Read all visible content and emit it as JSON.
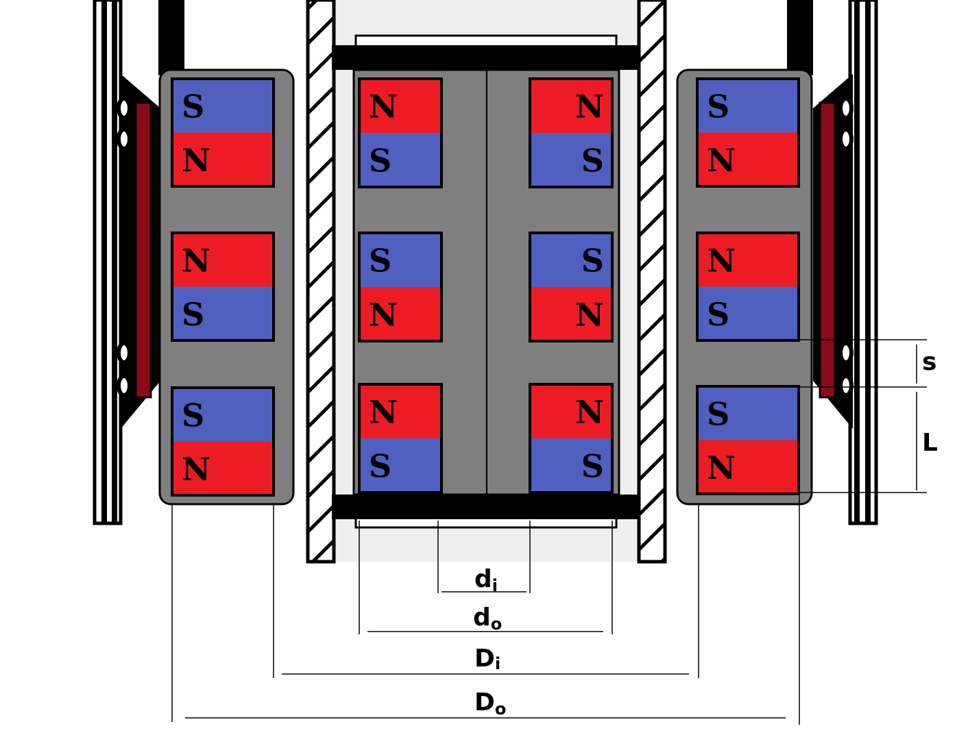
{
  "colors": {
    "north": "#ED1C24",
    "south": "#5060C0",
    "body": "#7F7F7F",
    "dark": "#000000",
    "tube": "#D9D9D9",
    "inner_bg": "#F0F0F0",
    "coil": "#8B0A1A",
    "wall": "#BFBFBF"
  },
  "poles": {
    "north": "N",
    "south": "S"
  },
  "icons": {
    "magnet": "magnet-block",
    "bearing": "bearing-ring-icon",
    "hatch": "hatched-wall"
  },
  "magnet_stacks": {
    "left_outer": [
      [
        "S",
        "N"
      ],
      [
        "N",
        "S"
      ],
      [
        "S",
        "N"
      ]
    ],
    "inner_left": [
      [
        "N",
        "S"
      ],
      [
        "S",
        "N"
      ],
      [
        "N",
        "S"
      ]
    ],
    "inner_right": [
      [
        "N",
        "S"
      ],
      [
        "S",
        "N"
      ],
      [
        "N",
        "S"
      ]
    ],
    "right_outer": [
      [
        "S",
        "N"
      ],
      [
        "N",
        "S"
      ],
      [
        "S",
        "N"
      ]
    ]
  },
  "dimensions": {
    "d_inner": {
      "main": "d",
      "sub": "i"
    },
    "d_outer": {
      "main": "d",
      "sub": "o"
    },
    "D_inner": {
      "main": "D",
      "sub": "i"
    },
    "D_outer": {
      "main": "D",
      "sub": "o"
    },
    "spacing": "s",
    "length": "L"
  }
}
